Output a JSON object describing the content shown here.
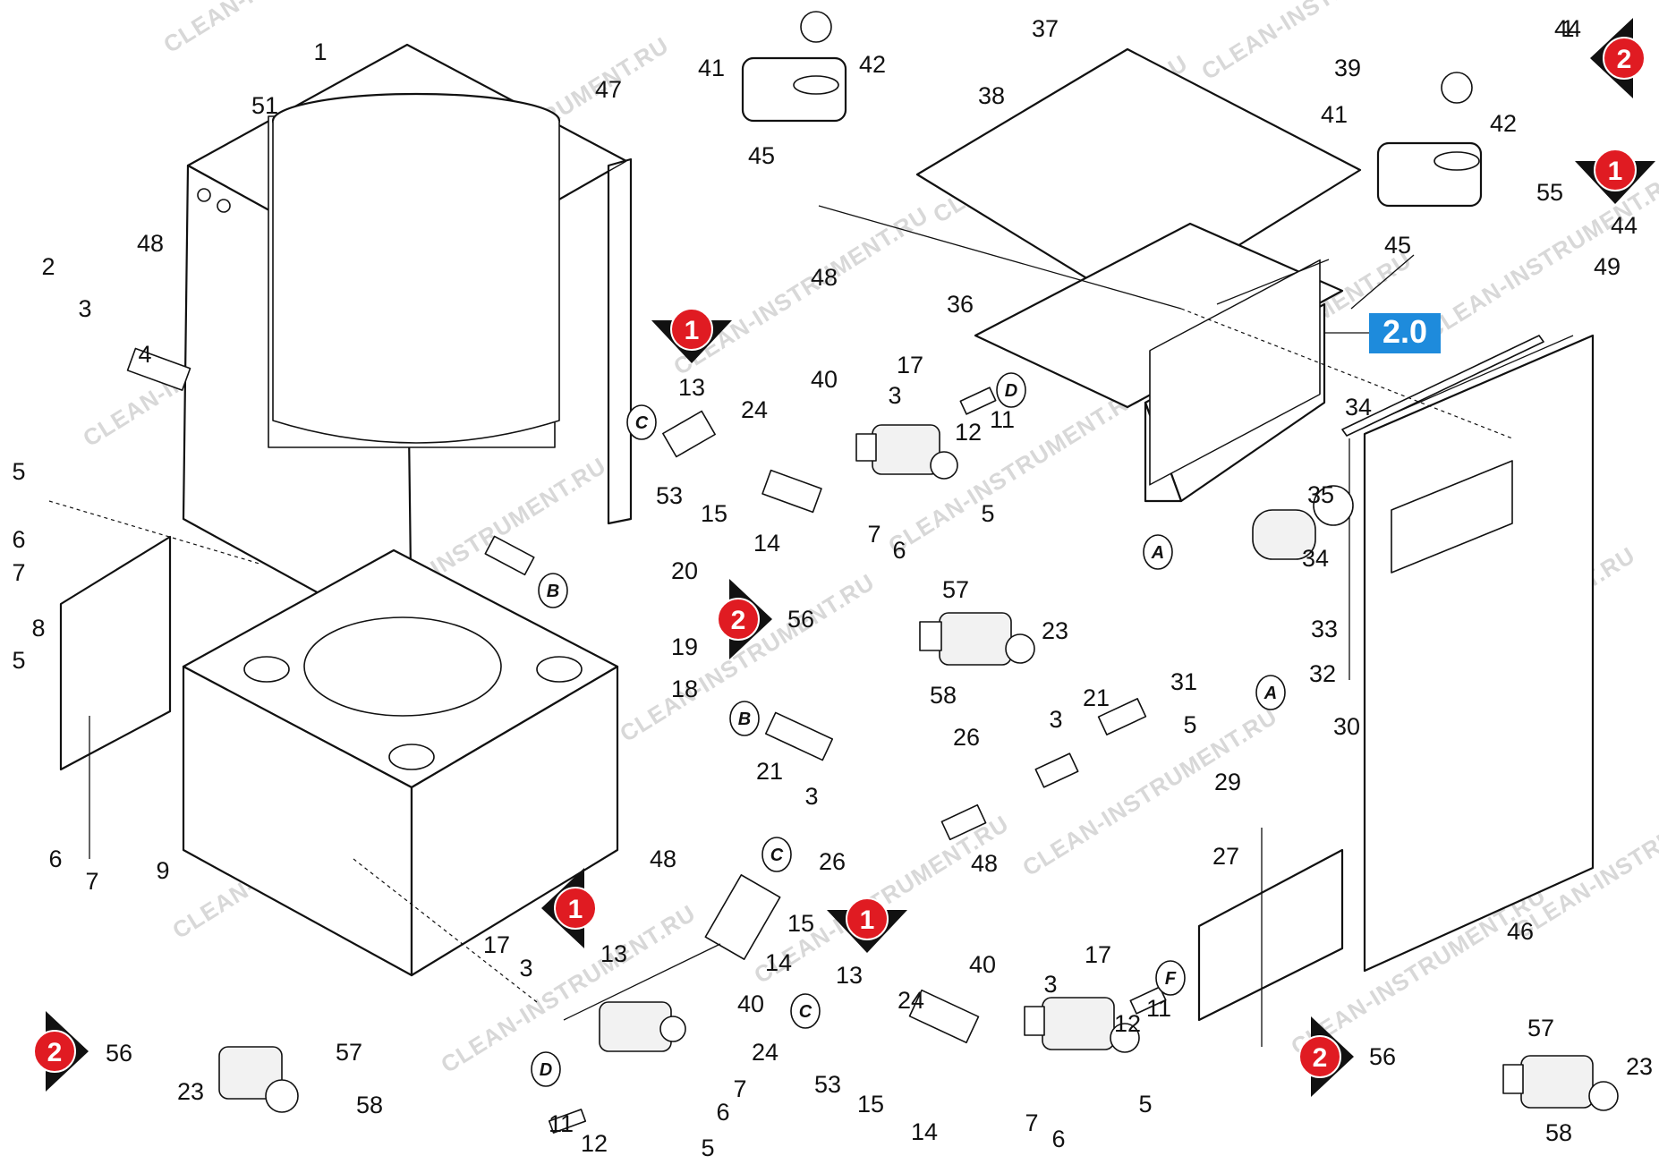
{
  "watermark": "CLEAN-INSTRUMENT.RU",
  "colors": {
    "marker": "#e01b22",
    "tag_bg": "#1e8bdc",
    "line": "#111111"
  },
  "callouts": [
    "1",
    "2",
    "3",
    "4",
    "5",
    "6",
    "7",
    "8",
    "9",
    "11",
    "12",
    "13",
    "14",
    "15",
    "17",
    "18",
    "19",
    "20",
    "21",
    "23",
    "24",
    "26",
    "27",
    "29",
    "30",
    "31",
    "32",
    "33",
    "34",
    "35",
    "36",
    "37",
    "38",
    "39",
    "40",
    "41",
    "42",
    "44",
    "45",
    "46",
    "47",
    "48",
    "49",
    "51",
    "53",
    "55",
    "56",
    "57",
    "58"
  ],
  "markers": [
    "1",
    "2"
  ],
  "reference_letters": [
    "A",
    "B",
    "C",
    "D",
    "F"
  ],
  "assembly_tag": "2.0"
}
